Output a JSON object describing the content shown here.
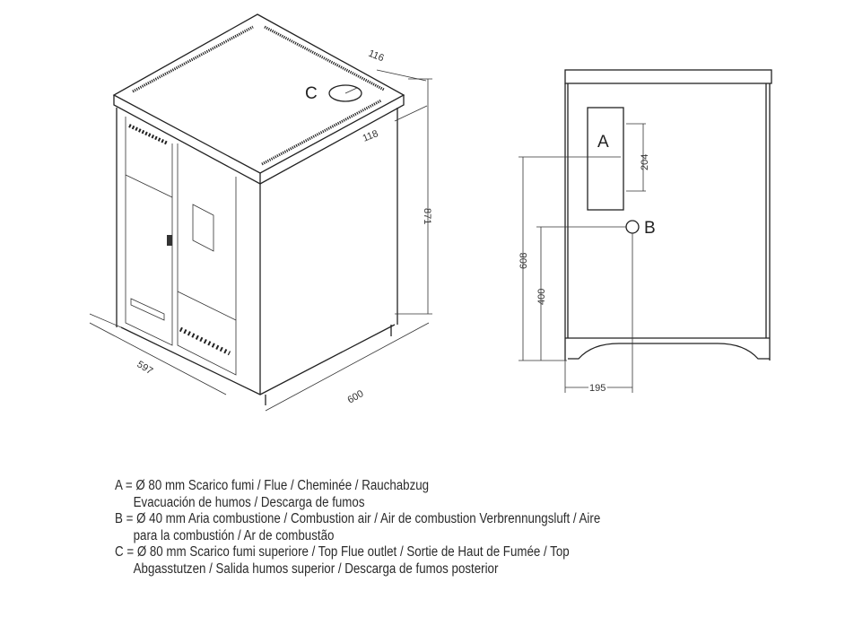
{
  "iso_view": {
    "label_c": "C",
    "dim_width": "597",
    "dim_depth": "600",
    "dim_height": "871",
    "dim_c_side": "116",
    "dim_c_back": "118"
  },
  "rear_view": {
    "label_a": "A",
    "label_b": "B",
    "dim_a_height": "204",
    "dim_a_center": "608",
    "dim_b_height": "400",
    "dim_b_side": "195"
  },
  "legend": [
    {
      "line1": "A = Ø 80 mm  Scarico fumi / Flue / Cheminée / Rauchabzug",
      "line2": "Evacuación de humos / Descarga de fumos"
    },
    {
      "line1": "B = Ø 40 mm  Aria combustione / Combustion air / Air de combustion Verbrennungsluft / Aire",
      "line2": "para la combustión / Ar de combustão"
    },
    {
      "line1": "C = Ø 80 mm  Scarico fumi superiore / Top Flue outlet / Sortie de Haut de Fumée / Top",
      "line2": "Abgasstutzen  / Salida humos superior / Descarga de fumos posterior"
    }
  ]
}
